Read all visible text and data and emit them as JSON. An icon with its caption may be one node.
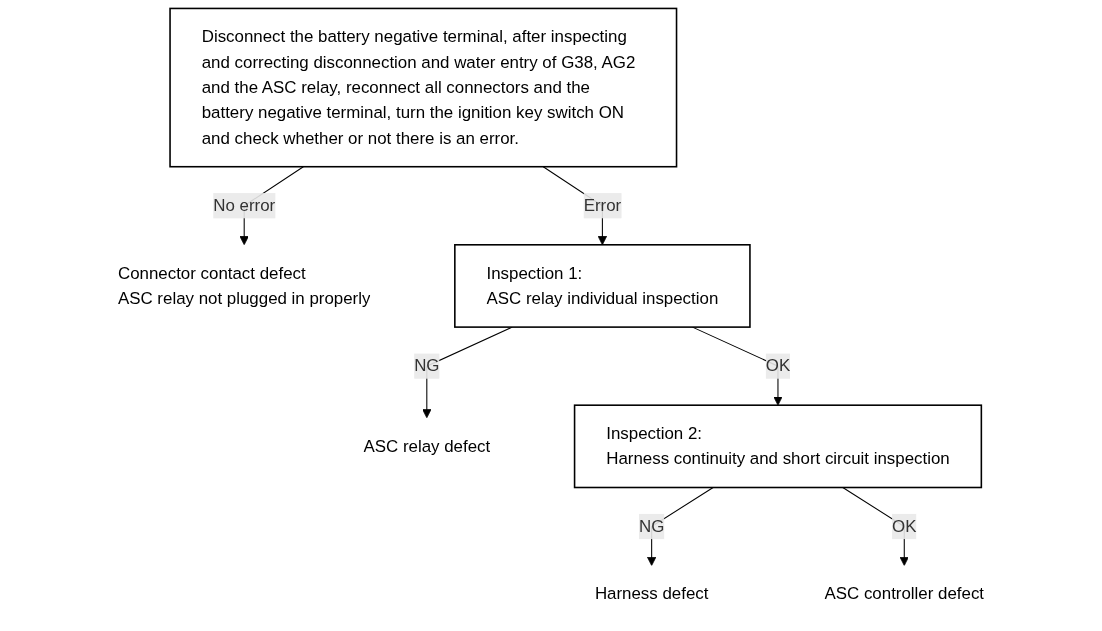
{
  "diagram": {
    "nodes": [
      {
        "text": [
          "Disconnect the battery negative terminal, after inspecting and correcting disconnection and water entry of G38, AG2 and the ASC relay, reconnect all connectors and the battery negative terminal, turn the ignition key switch ON and check whether or not there is an error."
        ]
      },
      {
        "text": [
          "Connector contact defect",
          "ASC relay not plugged in properly"
        ]
      },
      {
        "text": [
          "Inspection 1:",
          "ASC relay individual inspection"
        ]
      },
      {
        "text": [
          "ASC relay defect"
        ]
      },
      {
        "text": [
          "Inspection 2:",
          "Harness continuity and short circuit inspection"
        ]
      },
      {
        "text": [
          "Harness defect"
        ]
      },
      {
        "text": [
          "ASC controller defect"
        ]
      }
    ],
    "edges": [
      {
        "from": 0,
        "to": 1,
        "arrow": "to",
        "label": "No error"
      },
      {
        "from": 0,
        "to": 2,
        "arrow": "to",
        "label": "Error"
      },
      {
        "from": 2,
        "to": 3,
        "arrow": "to",
        "label": "NG"
      },
      {
        "from": 2,
        "to": 4,
        "arrow": "to",
        "label": "OK"
      },
      {
        "from": 4,
        "to": 5,
        "arrow": "to",
        "label": "NG"
      },
      {
        "from": 4,
        "to": 6,
        "arrow": "to",
        "label": "OK"
      }
    ]
  }
}
